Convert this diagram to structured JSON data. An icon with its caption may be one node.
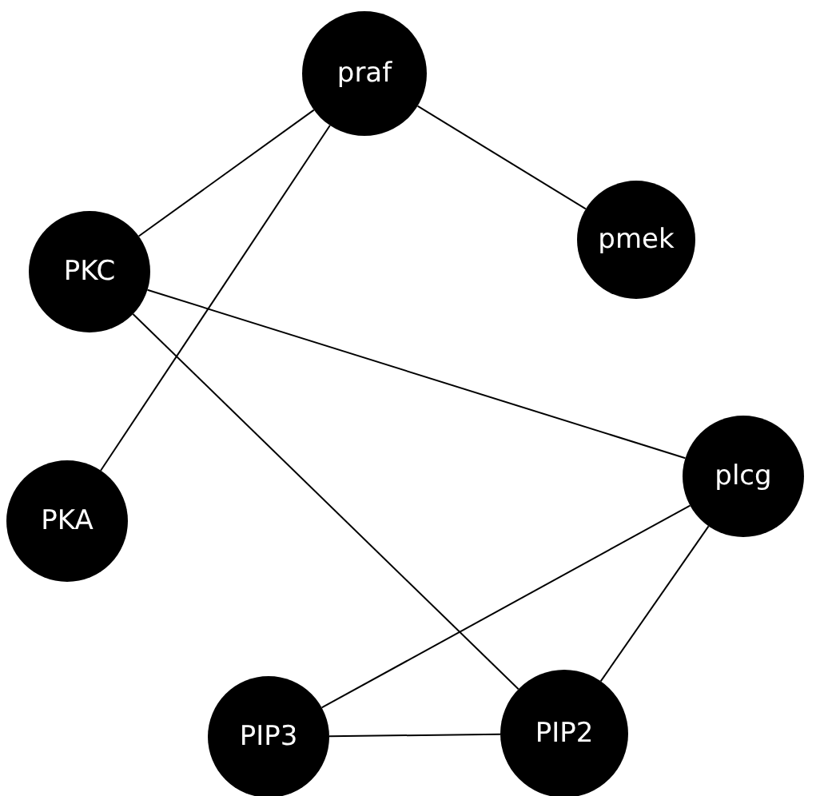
{
  "diagram": {
    "nodes": [
      {
        "text": [
          "praf"
        ]
      },
      {
        "text": [
          "pmek"
        ]
      },
      {
        "text": [
          "PKC"
        ]
      },
      {
        "text": [
          "PKA"
        ]
      },
      {
        "text": [
          "plcg"
        ]
      },
      {
        "text": [
          "PIP3"
        ]
      },
      {
        "text": [
          "PIP2"
        ]
      }
    ],
    "edges": [
      {
        "from": 0,
        "to": 2,
        "arrow": "none"
      },
      {
        "from": 0,
        "to": 1,
        "arrow": "none"
      },
      {
        "from": 0,
        "to": 3,
        "arrow": "none"
      },
      {
        "from": 2,
        "to": 4,
        "arrow": "none"
      },
      {
        "from": 2,
        "to": 6,
        "arrow": "none"
      },
      {
        "from": 4,
        "to": 5,
        "arrow": "none"
      },
      {
        "from": 4,
        "to": 6,
        "arrow": "none"
      },
      {
        "from": 5,
        "to": 6,
        "arrow": "none"
      }
    ]
  }
}
